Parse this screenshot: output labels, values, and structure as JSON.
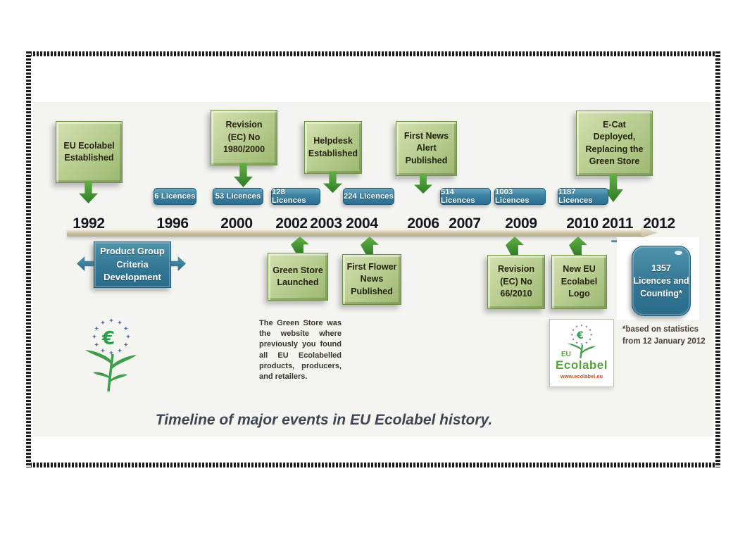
{
  "diagram": {
    "caption": "Timeline of major events in EU Ecolabel history.",
    "years": [
      "1992",
      "1996",
      "2000",
      "2002",
      "2003",
      "2004",
      "2006",
      "2007",
      "2009",
      "2010",
      "2011",
      "2012"
    ],
    "top_events": [
      {
        "label": "EU Ecolabel\nEstablished"
      },
      {
        "label": "Revision\n(EC) No\n1980/2000"
      },
      {
        "label": "Helpdesk\nEstablished"
      },
      {
        "label": "First News\nAlert\nPublished"
      },
      {
        "label": "E-Cat\nDeployed,\nReplacing the\nGreen Store"
      }
    ],
    "licence_badges": [
      "6 Licences",
      "53 Licences",
      "128 Licences",
      "224 Licences",
      "514 Licences",
      "1003 Licences",
      "1187 Licences"
    ],
    "bottom_events": [
      {
        "label": "Green Store\nLaunched"
      },
      {
        "label": "First Flower\nNews\nPublished"
      },
      {
        "label": "Revision\n(EC) No\n66/2010"
      },
      {
        "label": "New EU\nEcolabel\nLogo"
      }
    ],
    "product_group_label": "Product Group\nCriteria\nDevelopment",
    "counting_box_label": "1357\nLicences and\nCounting*",
    "note": "*based on statistics\nfrom 12 January 2012",
    "green_store_text": "The Green Store was the website where previously you found all EU Ecolabelled products, producers, and retailers.",
    "ecolabel_logo": {
      "eu": "EU",
      "name": "Ecolabel",
      "url": "www.ecolabel.eu",
      "euro": "€"
    },
    "colors": {
      "event_box_green": "#b6cc8e",
      "badge_teal": "#33768f",
      "timeline_tan": "#cbc2a4",
      "arrow_green": "#3f9636",
      "flower_star_blue": "#5c6ba0",
      "flower_green": "#3f9d4b"
    }
  }
}
